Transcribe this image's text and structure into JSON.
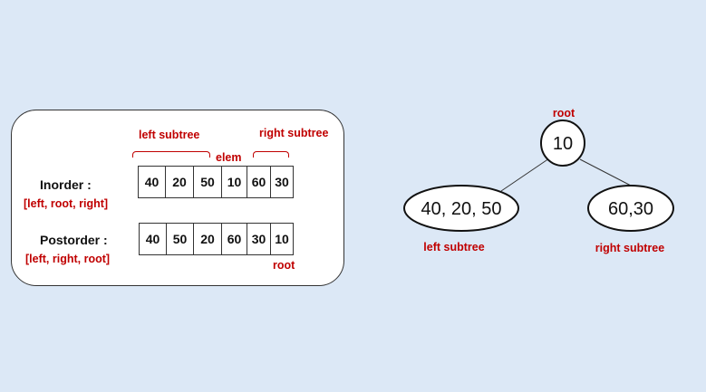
{
  "panel": {
    "left_subtree_label": "left subtree",
    "right_subtree_label": "right subtree",
    "elem_label": "elem",
    "inorder": {
      "title": "Inorder :",
      "rule": "[left, root, right]",
      "cells": [
        "40",
        "20",
        "50",
        "10",
        "60",
        "30"
      ]
    },
    "postorder": {
      "title": "Postorder :",
      "rule": "[left, right, root]",
      "cells": [
        "40",
        "50",
        "20",
        "60",
        "30",
        "10"
      ],
      "root_label": "root"
    }
  },
  "tree": {
    "root_label": "root",
    "root_value": "10",
    "left_node": "40, 20, 50",
    "left_label": "left subtree",
    "right_node": "60,30",
    "right_label": "right subtree"
  }
}
